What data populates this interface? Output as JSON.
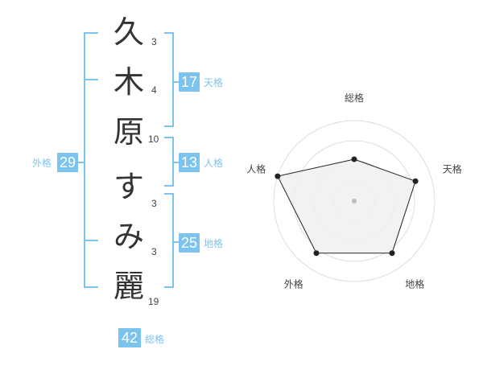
{
  "name": {
    "chars": [
      {
        "char": "久",
        "strokes": "3"
      },
      {
        "char": "木",
        "strokes": "4"
      },
      {
        "char": "原",
        "strokes": "10"
      },
      {
        "char": "す",
        "strokes": "3"
      },
      {
        "char": "み",
        "strokes": "3"
      },
      {
        "char": "麗",
        "strokes": "19"
      }
    ]
  },
  "kakusu": {
    "tenkaku": {
      "value": "17",
      "label": "天格"
    },
    "jinkaku": {
      "value": "13",
      "label": "人格"
    },
    "chikaku": {
      "value": "25",
      "label": "地格"
    },
    "gaikaku": {
      "value": "29",
      "label": "外格"
    },
    "soukaku": {
      "value": "42",
      "label": "総格"
    }
  },
  "radar": {
    "axes": [
      "総格",
      "天格",
      "地格",
      "外格",
      "人格"
    ],
    "levels": [
      0.52,
      0.8,
      0.8,
      0.8,
      1.0
    ],
    "ring_count": 4
  },
  "colors": {
    "accent": "#7cc4ee",
    "text": "#333333",
    "radar_fill": "#f0f0f0",
    "radar_stroke": "#222222",
    "ring": "#dddddd"
  }
}
